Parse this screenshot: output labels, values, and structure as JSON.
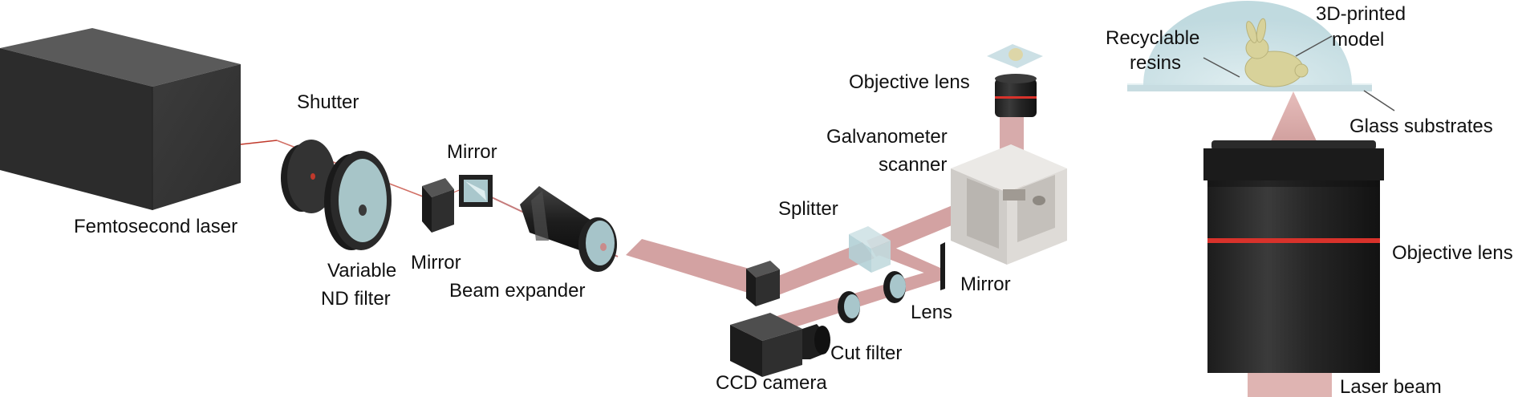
{
  "labels": {
    "femtosecond_laser": "Femtosecond laser",
    "shutter": "Shutter",
    "variable": "Variable",
    "nd_filter": "ND filter",
    "mirror_left": "Mirror",
    "mirror_top": "Mirror",
    "beam_expander": "Beam expander",
    "splitter": "Splitter",
    "galvanometer": "Galvanometer",
    "scanner": "scanner",
    "objective_lens_top": "Objective lens",
    "mirror_right": "Mirror",
    "lens": "Lens",
    "cut_filter": "Cut filter",
    "ccd_camera": "CCD camera",
    "recyclable": "Recyclable",
    "resins": "resins",
    "printed_3d": "3D-printed",
    "model": "model",
    "glass_substrates": "Glass substrates",
    "objective_lens_right": "Objective lens",
    "laser_beam": "Laser beam"
  },
  "colors": {
    "beam": "#c98b8b",
    "laser_dot": "#c0392b",
    "housing": "#4a4a4a",
    "glass": "#aacfd8",
    "scanner_body": "#d9d6d2",
    "model": "#d8d29a",
    "accent_red": "#d8322b"
  }
}
